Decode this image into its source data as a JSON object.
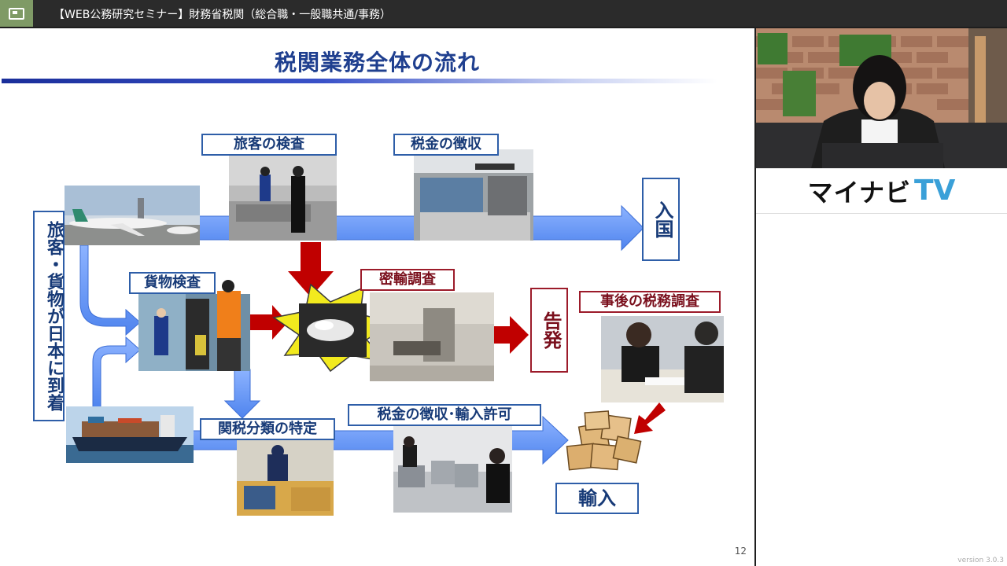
{
  "window": {
    "title": "【WEB公務研究セミナー】財務省税関（総合職・一般職共通/事務）"
  },
  "slide": {
    "title": "税関業務全体の流れ",
    "page_number": "12",
    "labels": {
      "arrival": "旅客・貨物が日本に到着",
      "passenger_inspection": "旅客の検査",
      "tax_collection": "税金の徴収",
      "entry": "入国",
      "cargo_inspection": "貨物検査",
      "smuggling_investigation": "密輸調査",
      "prosecution": "告発",
      "post_audit": "事後の税務調査",
      "tariff_classification": "関税分類の特定",
      "tax_and_import_permit": "税金の徴収･輸入許可",
      "import": "輸入"
    }
  },
  "sidebar": {
    "logo_text": "マイナビ",
    "logo_tv": "TV",
    "version": "version 3.0.3"
  },
  "colors": {
    "blue_arrow": "#5a8ff0",
    "red_arrow": "#c00000",
    "title_blue": "#1f3f8f",
    "menu_green": "#7f9a66"
  }
}
